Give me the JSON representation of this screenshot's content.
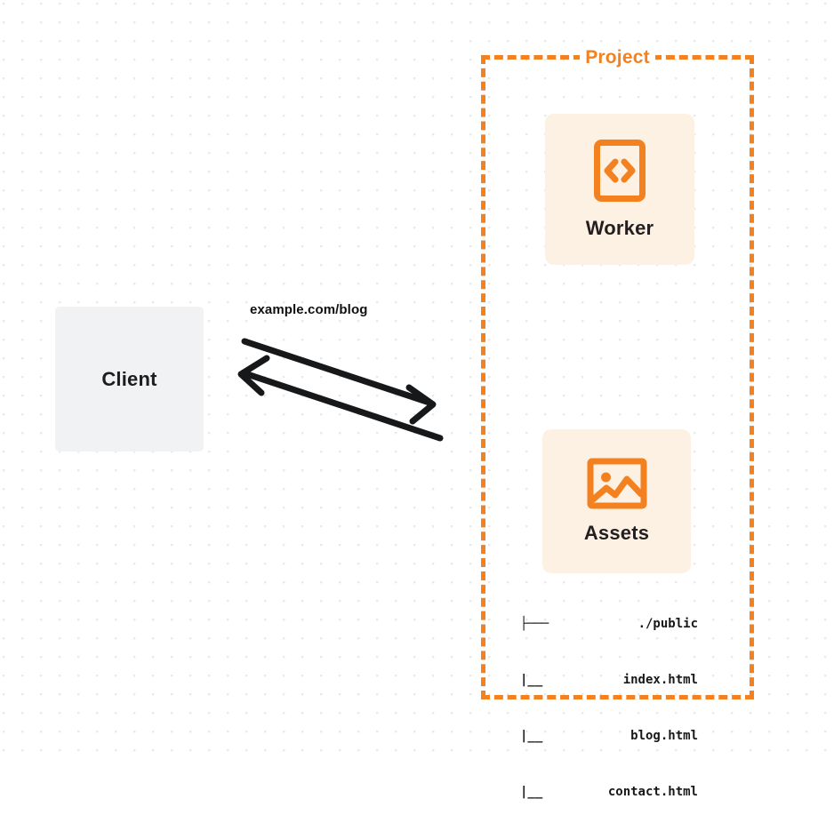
{
  "diagram": {
    "title": "Project",
    "background": "dot-grid",
    "accent_color": "#f48120",
    "card_background": "#fdf1e3",
    "client_background": "#f1f2f4"
  },
  "client": {
    "label": "Client"
  },
  "edge": {
    "label": "example.com/blog",
    "request_direction": "client-to-project",
    "response_direction": "project-to-client"
  },
  "project": {
    "label": "Project",
    "nodes": [
      {
        "id": "worker",
        "label": "Worker",
        "icon": "code-document-icon"
      },
      {
        "id": "assets",
        "label": "Assets",
        "icon": "image-icon"
      }
    ]
  },
  "file_tree": {
    "rows": [
      {
        "branch": "├───",
        "name": "./public"
      },
      {
        "branch": "|__",
        "name": "index.html"
      },
      {
        "branch": "|__",
        "name": "blog.html"
      },
      {
        "branch": "|__",
        "name": "contact.html"
      }
    ]
  }
}
